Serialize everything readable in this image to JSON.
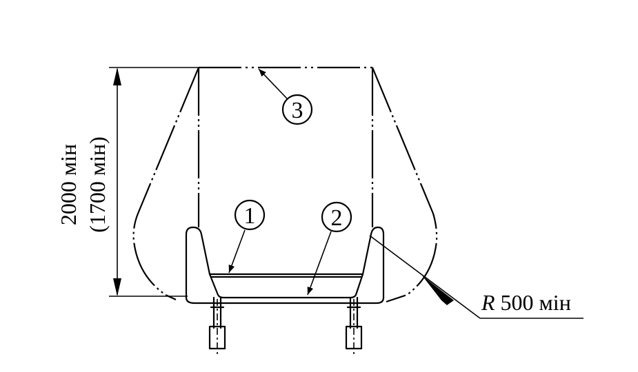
{
  "callouts": [
    {
      "number": "1"
    },
    {
      "number": "2"
    },
    {
      "number": "3"
    }
  ],
  "dimension": {
    "height_primary": "2000 мін",
    "height_alt": "(1700 мін)"
  },
  "radius": {
    "symbol": "R",
    "value": " 500 мін"
  }
}
